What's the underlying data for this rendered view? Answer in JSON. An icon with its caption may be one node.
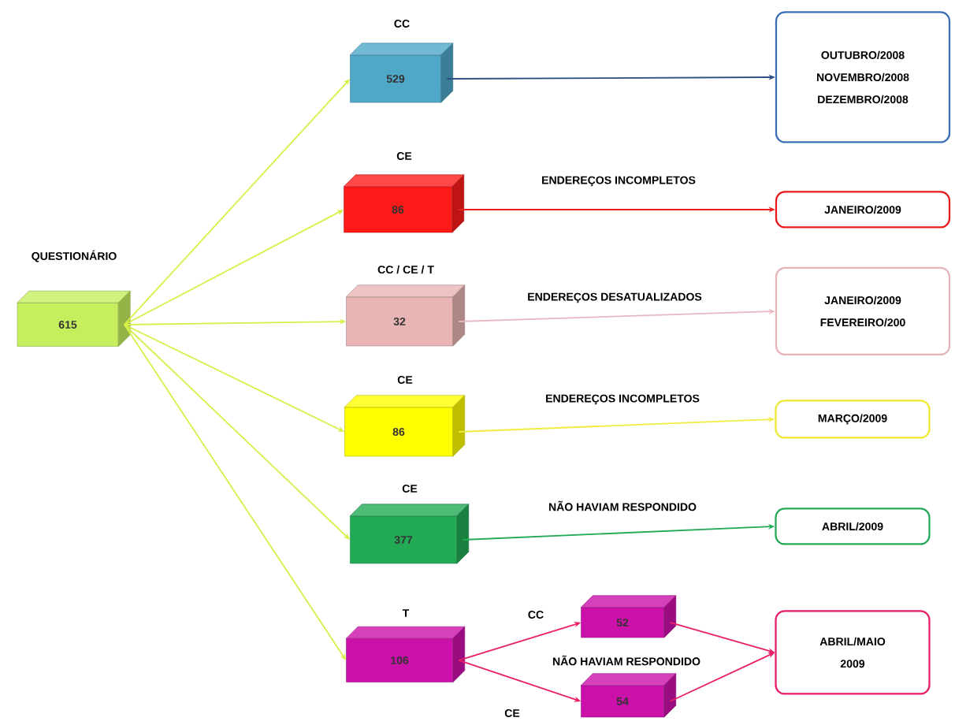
{
  "diagram": {
    "nodes": [
      {
        "text": [
          "QUESTIONÁRIO",
          "615"
        ]
      },
      {
        "text": [
          "CC",
          "529"
        ]
      },
      {
        "text": [
          "OUTUBRO/2008",
          "NOVEMBRO/2008",
          "DEZEMBRO/2008"
        ]
      },
      {
        "text": [
          "CE",
          "86"
        ]
      },
      {
        "text": [
          "JANEIRO/2009"
        ]
      },
      {
        "text": [
          "CC / CE / T",
          "32"
        ]
      },
      {
        "text": [
          "JANEIRO/2009",
          "FEVEREIRO/200"
        ]
      },
      {
        "text": [
          "CE",
          "86"
        ]
      },
      {
        "text": [
          "MARÇO/2009"
        ]
      },
      {
        "text": [
          "CE",
          "377"
        ]
      },
      {
        "text": [
          "ABRIL/2009"
        ]
      },
      {
        "text": [
          "T",
          "106"
        ]
      },
      {
        "text": [
          "52"
        ]
      },
      {
        "text": [
          "54"
        ]
      },
      {
        "text": [
          "ABRIL/MAIO",
          "2009"
        ]
      }
    ],
    "edges": [
      {
        "from": 0,
        "to": 1,
        "arrow": "to"
      },
      {
        "from": 0,
        "to": 3,
        "arrow": "to"
      },
      {
        "from": 0,
        "to": 5,
        "arrow": "to"
      },
      {
        "from": 0,
        "to": 7,
        "arrow": "to"
      },
      {
        "from": 0,
        "to": 9,
        "arrow": "to"
      },
      {
        "from": 0,
        "to": 11,
        "arrow": "to"
      },
      {
        "from": 1,
        "to": 2,
        "arrow": "to",
        "color": "#2b4f80"
      },
      {
        "from": 3,
        "to": 4,
        "arrow": "to",
        "label": "ENDEREÇOS INCOMPLETOS",
        "color": "#e82020"
      },
      {
        "from": 5,
        "to": 6,
        "arrow": "to",
        "label": "ENDEREÇOS  DESATUALIZADOS",
        "color": "#e8b8c0"
      },
      {
        "from": 7,
        "to": 8,
        "arrow": "to",
        "label": "ENDEREÇOS  INCOMPLETOS",
        "color": "#f0ec40"
      },
      {
        "from": 9,
        "to": 10,
        "arrow": "to",
        "label": "NÃO HAVIAM RESPONDIDO",
        "color": "#22aa55"
      },
      {
        "from": 11,
        "to": 12,
        "arrow": "to",
        "label": "CC",
        "color": "#e8206a"
      },
      {
        "from": 11,
        "to": 13,
        "arrow": "to",
        "label": "CE",
        "color": "#e8206a"
      },
      {
        "from": 12,
        "to": 14,
        "arrow": "to",
        "color": "#e8206a"
      },
      {
        "from": 13,
        "to": 14,
        "arrow": "to",
        "color": "#e8206a"
      }
    ],
    "labels": [
      "NÃO HAVIAM RESPONDIDO"
    ]
  }
}
